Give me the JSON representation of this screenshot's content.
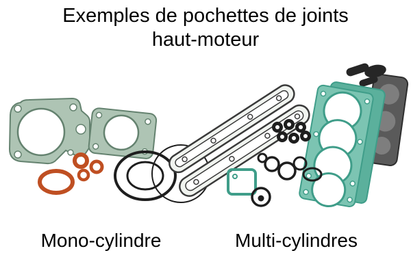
{
  "title": {
    "line1": "Exemples de pochettes de joints",
    "line2": "haut-moteur"
  },
  "labels": {
    "left": "Mono-cylindre",
    "right": "Multi-cylindres"
  },
  "colors": {
    "gasket_green": "#aec4b4",
    "gasket_green_outline": "#64826f",
    "gasket_teal": "#7cc4b2",
    "gasket_teal_dark": "#3f9d89",
    "oring_orange": "#bf4f22",
    "seal_black": "#1e1e1e",
    "metal_gray": "#5a5a5a",
    "outline_gray": "#3a3a3a",
    "background": "#ffffff"
  }
}
